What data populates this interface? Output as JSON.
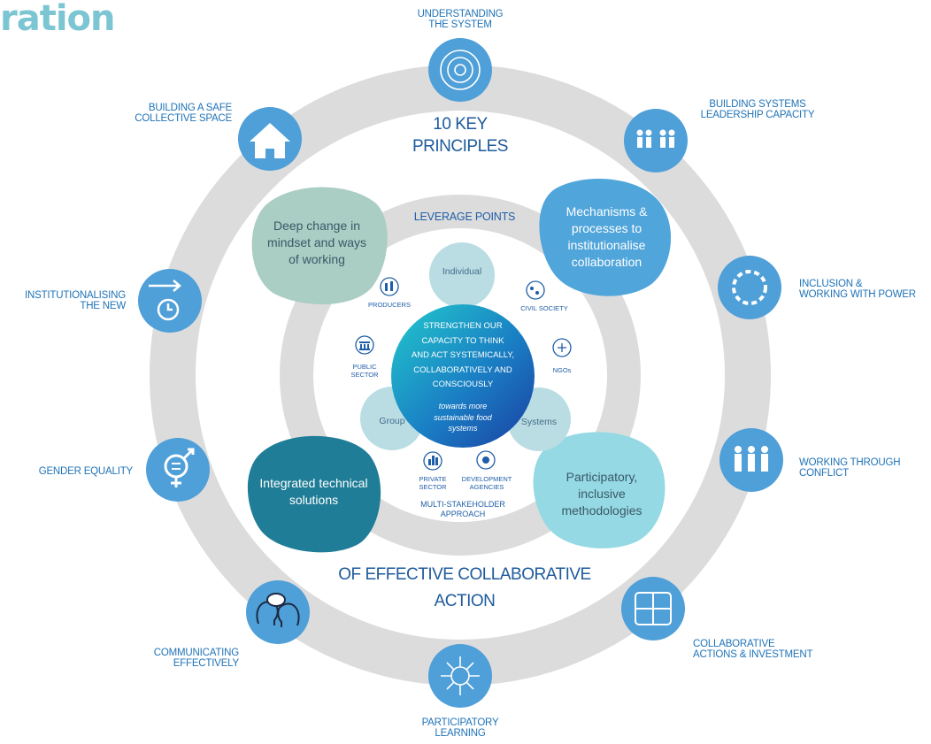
{
  "partial_title": "ration",
  "ring_top": [
    "10 KEY",
    "PRINCIPLES"
  ],
  "ring_bottom": [
    "OF EFFECTIVE COLLABORATIVE",
    "ACTION"
  ],
  "leverage_label": "LEVERAGE POINTS",
  "principles": [
    {
      "id": "understanding",
      "icon": "system-icon",
      "lines": [
        "UNDERSTANDING",
        "THE SYSTEM"
      ]
    },
    {
      "id": "leadership",
      "icon": "people-group-icon",
      "lines": [
        "BUILDING SYSTEMS",
        "LEADERSHIP CAPACITY"
      ]
    },
    {
      "id": "inclusion",
      "icon": "circle-of-people-icon",
      "lines": [
        "INCLUSION &",
        "WORKING WITH POWER"
      ]
    },
    {
      "id": "conflict",
      "icon": "conflict-people-icon",
      "lines": [
        "WORKING THROUGH",
        "CONFLICT"
      ]
    },
    {
      "id": "collab-actions",
      "icon": "joined-hands-icon",
      "lines": [
        "COLLABORATIVE",
        "ACTIONS & INVESTMENT"
      ]
    },
    {
      "id": "learning",
      "icon": "network-head-icon",
      "lines": [
        "PARTICIPATORY",
        "LEARNING"
      ]
    },
    {
      "id": "communicating",
      "icon": "speech-heads-icon",
      "lines": [
        "COMMUNICATING",
        "EFFECTIVELY"
      ]
    },
    {
      "id": "gender",
      "icon": "gender-symbol-icon",
      "lines": [
        "GENDER EQUALITY"
      ]
    },
    {
      "id": "institutionalising",
      "icon": "arrow-clock-icon",
      "lines": [
        "INSTITUTIONALISING",
        "THE NEW"
      ]
    },
    {
      "id": "safe-space",
      "icon": "house-icon",
      "lines": [
        "BUILDING A SAFE",
        "COLLECTIVE SPACE"
      ]
    }
  ],
  "blobs": {
    "mindset": "Deep change in mindset and ways of working",
    "mechanisms": "Mechanisms & processes to institutionalise collaboration",
    "technical": "Integrated technical solutions",
    "participatory": "Participatory, inclusive methodologies"
  },
  "petals": {
    "individual": "Individual",
    "group": "Group",
    "systems": "Systems"
  },
  "stakeholders": {
    "producers": "PRODUCERS",
    "civil_society": "CIVIL SOCIETY",
    "ngos": "NGOs",
    "public_sector": [
      "PUBLIC",
      "SECTOR"
    ],
    "private_sector": [
      "PRIVATE",
      "SECTOR"
    ],
    "development": [
      "DEVELOPMENT",
      "AGENCIES"
    ],
    "approach": [
      "MULTI-STAKEHOLDER",
      "APPROACH"
    ]
  },
  "core": {
    "lines": [
      "STRENGTHEN OUR",
      "CAPACITY TO THINK",
      "AND ACT SYSTEMICALLY,",
      "COLLABORATIVELY AND",
      "CONSCIOUSLY"
    ],
    "italic": [
      "towards more",
      "sustainable food",
      "systems"
    ]
  },
  "colors": {
    "ring": "#d9d9d9",
    "icon_circle": "#4f9fd8",
    "label": "#1f73b7",
    "mindset": "#a9cbc3",
    "mechanisms": "#4fa3da",
    "technical": "#1f7c96",
    "participatory": "#93d9e3",
    "petal": "#b9dde3",
    "core_start": "#1ec3cc",
    "core_end": "#1849a8"
  }
}
